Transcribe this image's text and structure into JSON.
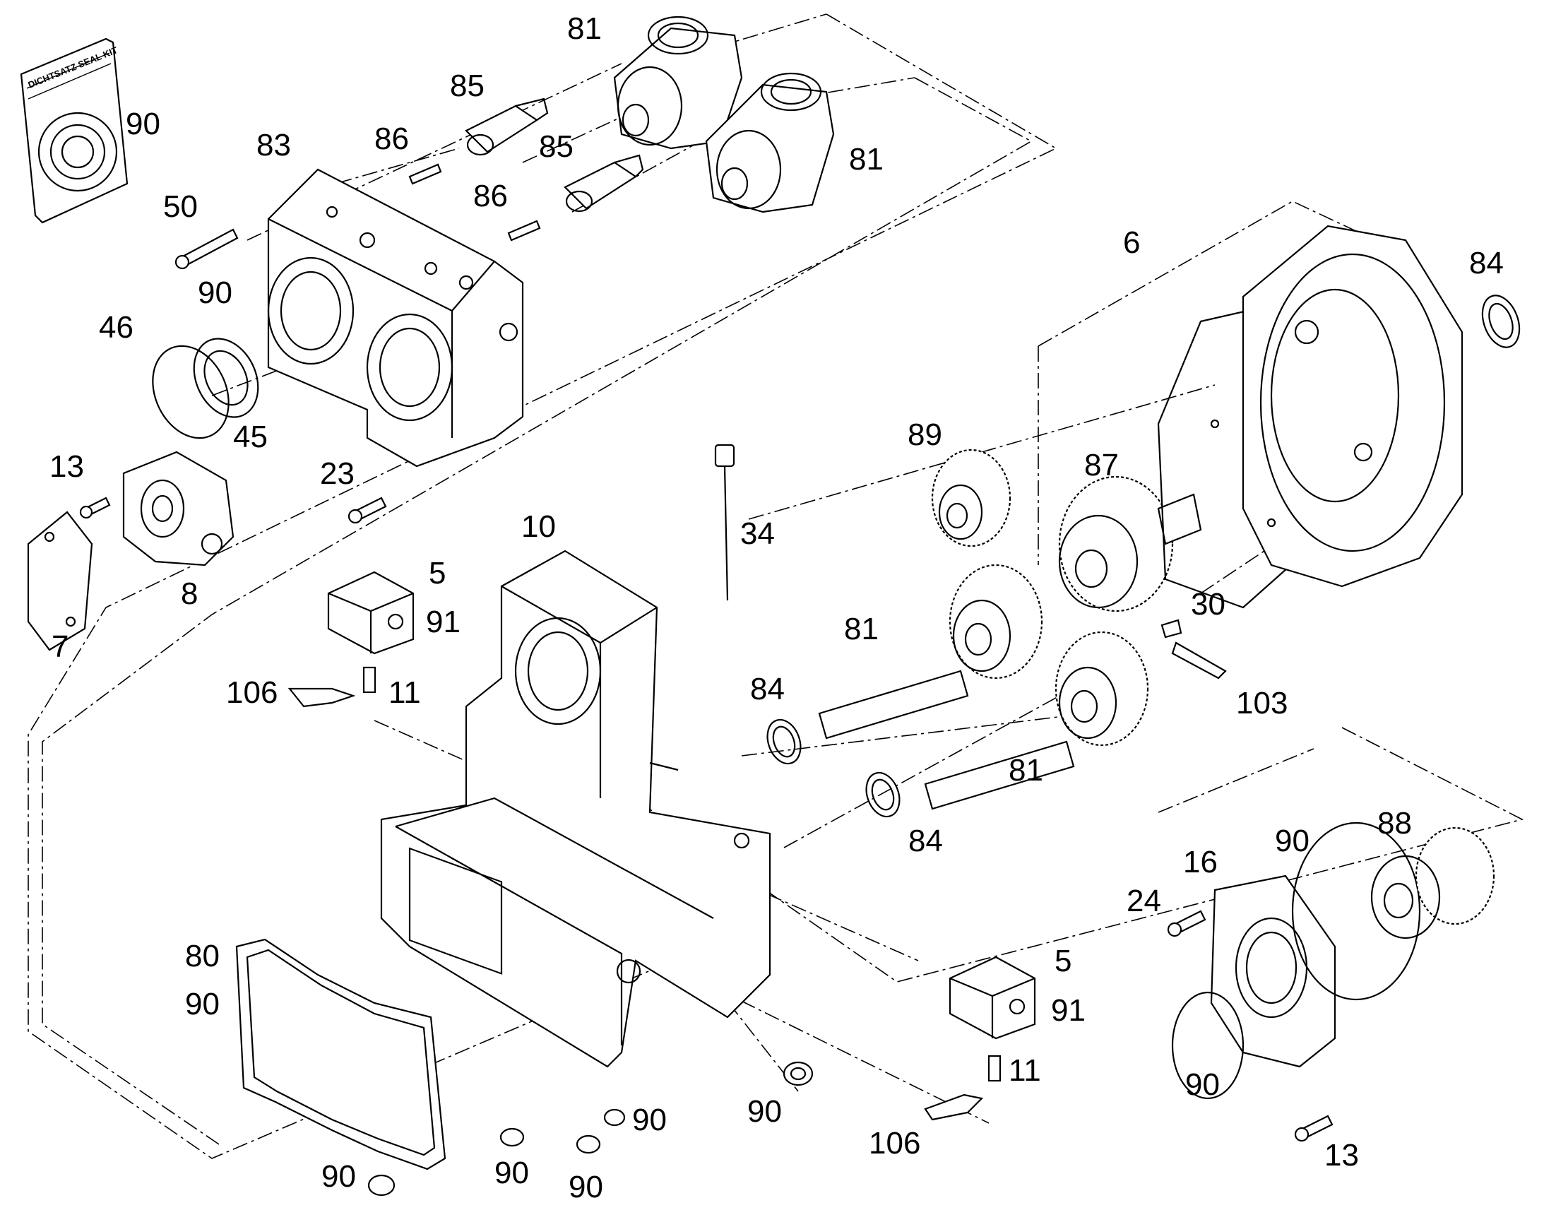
{
  "seal_kit": {
    "label": "DICHTSATZ SEAL KIT"
  },
  "callouts": [
    {
      "id": "c81a",
      "text": "81"
    },
    {
      "id": "c85a",
      "text": "85"
    },
    {
      "id": "c90kit",
      "text": "90"
    },
    {
      "id": "c83",
      "text": "83"
    },
    {
      "id": "c86a",
      "text": "86"
    },
    {
      "id": "c85b",
      "text": "85"
    },
    {
      "id": "c81b",
      "text": "81"
    },
    {
      "id": "c50",
      "text": "50"
    },
    {
      "id": "c86b",
      "text": "86"
    },
    {
      "id": "c6",
      "text": "6"
    },
    {
      "id": "c84a",
      "text": "84"
    },
    {
      "id": "c90a",
      "text": "90"
    },
    {
      "id": "c46",
      "text": "46"
    },
    {
      "id": "c45",
      "text": "45"
    },
    {
      "id": "c89",
      "text": "89"
    },
    {
      "id": "c87",
      "text": "87"
    },
    {
      "id": "c13a",
      "text": "13"
    },
    {
      "id": "c23",
      "text": "23"
    },
    {
      "id": "c10",
      "text": "10"
    },
    {
      "id": "c34",
      "text": "34"
    },
    {
      "id": "c5a",
      "text": "5"
    },
    {
      "id": "c8",
      "text": "8"
    },
    {
      "id": "c91a",
      "text": "91"
    },
    {
      "id": "c7",
      "text": "7"
    },
    {
      "id": "c30",
      "text": "30"
    },
    {
      "id": "c81c",
      "text": "81"
    },
    {
      "id": "c106a",
      "text": "106"
    },
    {
      "id": "c11a",
      "text": "11"
    },
    {
      "id": "c84b",
      "text": "84"
    },
    {
      "id": "c103",
      "text": "103"
    },
    {
      "id": "c81d",
      "text": "81"
    },
    {
      "id": "c84c",
      "text": "84"
    },
    {
      "id": "c88",
      "text": "88"
    },
    {
      "id": "c90b",
      "text": "90"
    },
    {
      "id": "c16",
      "text": "16"
    },
    {
      "id": "c24",
      "text": "24"
    },
    {
      "id": "c80",
      "text": "80"
    },
    {
      "id": "c90c",
      "text": "90"
    },
    {
      "id": "c5b",
      "text": "5"
    },
    {
      "id": "c91b",
      "text": "91"
    },
    {
      "id": "c90d",
      "text": "90"
    },
    {
      "id": "c11b",
      "text": "11"
    },
    {
      "id": "c90e",
      "text": "90"
    },
    {
      "id": "c90f",
      "text": "90"
    },
    {
      "id": "c106b",
      "text": "106"
    },
    {
      "id": "c13b",
      "text": "13"
    },
    {
      "id": "c90g",
      "text": "90"
    },
    {
      "id": "c90h",
      "text": "90"
    },
    {
      "id": "c90i",
      "text": "90"
    }
  ]
}
